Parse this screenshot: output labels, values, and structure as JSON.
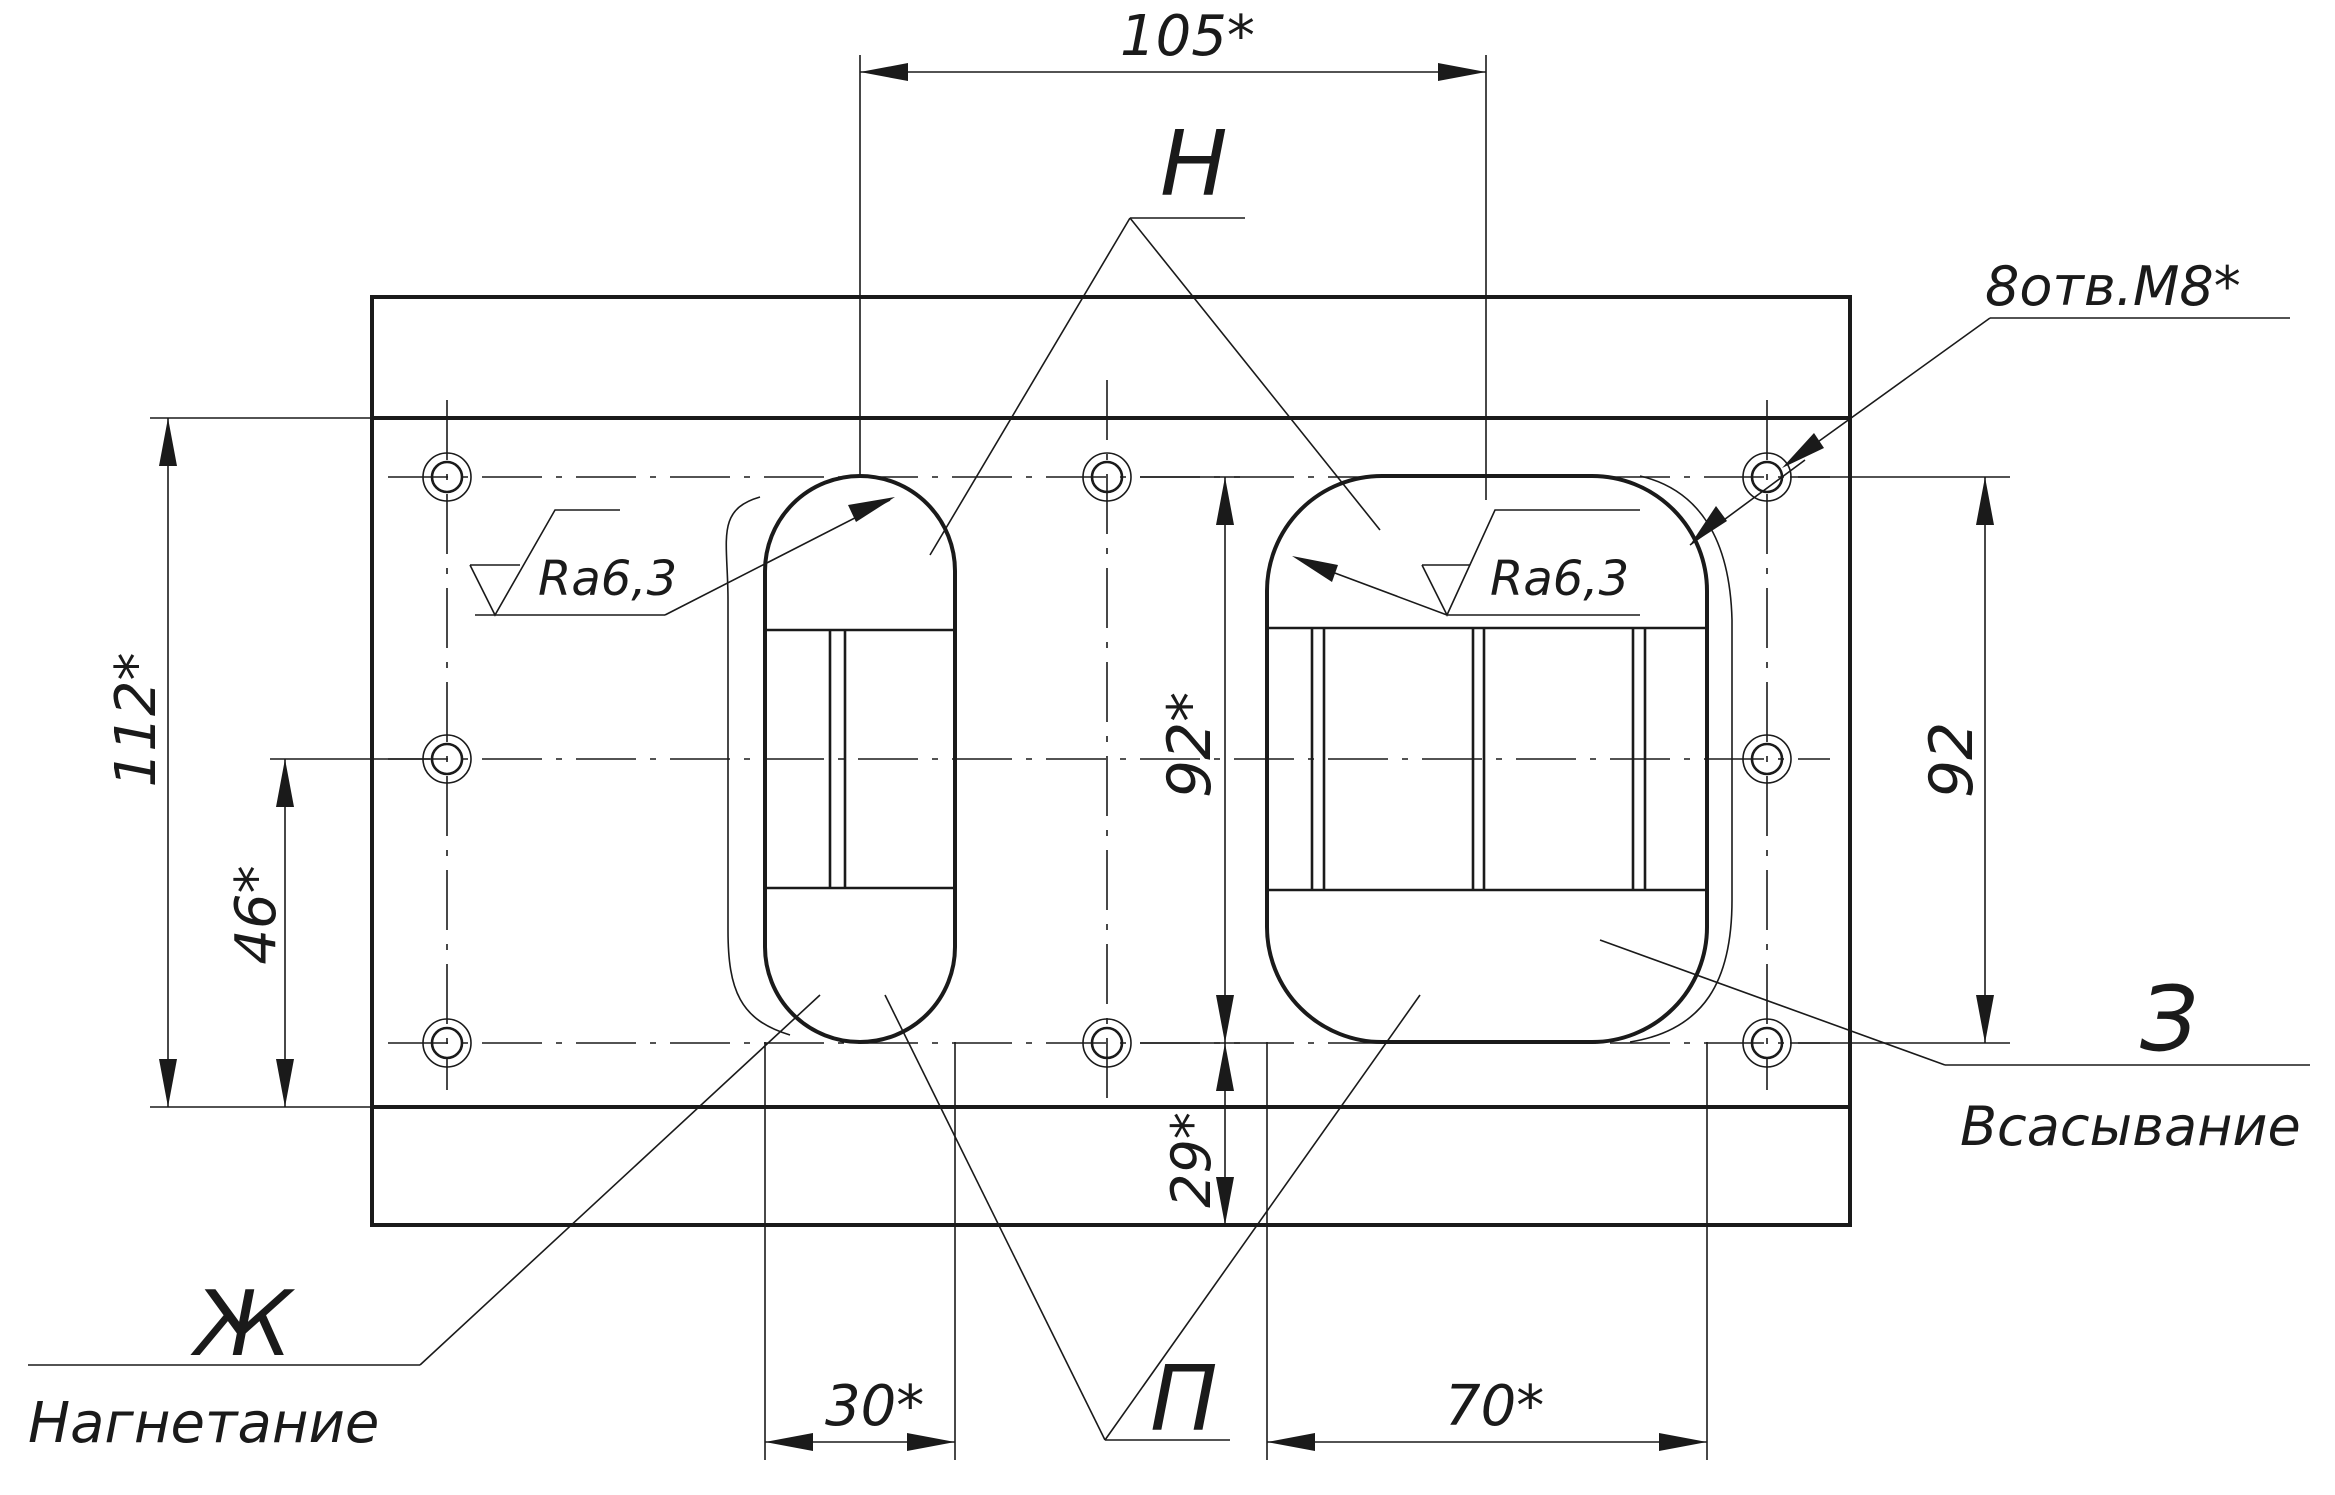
{
  "dimensions": {
    "top_width": "105*",
    "left_height": "112*",
    "left_spacing": "46*",
    "center_height": "92*",
    "bottom_offset": "29*",
    "right_height": "92",
    "small_port_width": "30*",
    "large_port_width": "70*"
  },
  "surface": {
    "roughness_left": "Ra6,3",
    "roughness_right": "Ra6,3"
  },
  "callouts": {
    "holes": "8отв.M8*",
    "section_n": "Н",
    "section_z": "З",
    "suction": "Всасывание",
    "section_zh": "Ж",
    "discharge": "Нагнетание",
    "section_p": "П"
  },
  "colors": {
    "ink": "#1a1a1a",
    "paper": "#ffffff"
  }
}
